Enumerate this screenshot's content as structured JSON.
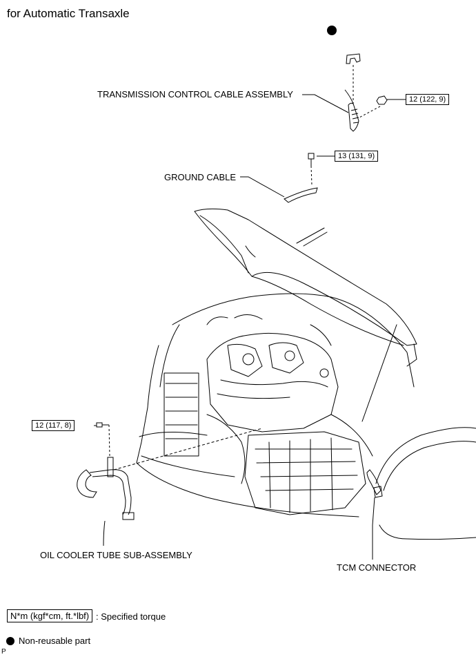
{
  "title": "for Automatic Transaxle",
  "labels": {
    "transmission_control_cable": "TRANSMISSION CONTROL CABLE ASSEMBLY",
    "ground_cable": "GROUND CABLE",
    "oil_cooler_tube": "OIL COOLER TUBE SUB-ASSEMBLY",
    "tcm_connector": "TCM CONNECTOR"
  },
  "torques": {
    "cable_nut": "12 (122, 9)",
    "ground_bolt": "13 (131, 9)",
    "oil_cooler_bolt": "12 (117, 8)"
  },
  "legend": {
    "torque_box": "N*m (kgf*cm, ft.*lbf)",
    "torque_desc": ": Specified torque",
    "nonreusable_desc": "Non-reusable part"
  },
  "corner_mark": "P"
}
